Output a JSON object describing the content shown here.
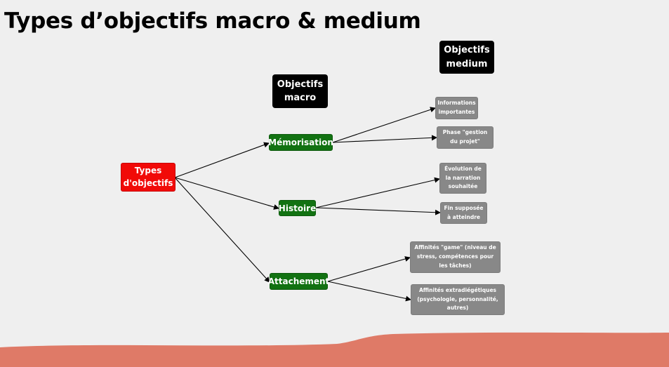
{
  "title": "Types d’objectifs macro & medium",
  "headers": {
    "macro": "Objectifs macro",
    "medium": "Objectifs medium"
  },
  "nodes": {
    "root": "Types d'objectifs",
    "memorisation": "Mémorisation",
    "histoire": "Histoire",
    "attachement": "Attachement",
    "informations": "Informations importantes",
    "phase": "Phase \"gestion du projet\"",
    "evolution": "Évolution de la narration souhaitée",
    "fin": "Fin supposée à atteindre",
    "game": "Affinités \"game\" (niveau de stress, compétences pour les tâches)",
    "extradiegetiques": "Affinités extradiégétiques (psychologie, personnalité, autres)"
  },
  "colors": {
    "background": "#efefef",
    "root": "#f10a08",
    "macro": "#127212",
    "medium": "#888888",
    "header": "#000000",
    "decoration": "#df7a67"
  }
}
